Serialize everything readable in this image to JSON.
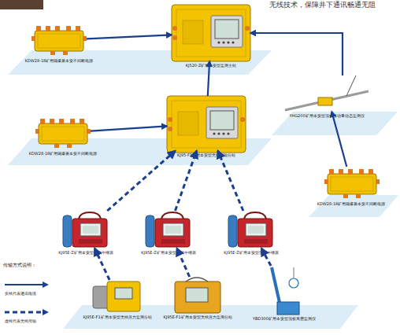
{
  "diagram": {
    "nodes": [
      {
        "text": [
          "KJ520-Z矿用本安型监测主站"
        ]
      },
      {
        "text": [
          "KDW28-18矿用隔爆兼本安不间断电源"
        ]
      },
      {
        "text": [
          "KJ95-F3矿用本安型无线传输分站"
        ]
      },
      {
        "text": [
          "KDW28-18矿用隔爆兼本安不间断电源"
        ]
      },
      {
        "text": [
          "YHG200矿用本安型顶板移动量动态监测仪"
        ]
      },
      {
        "text": [
          "KDW28-18矿用隔爆兼本安不间断电源"
        ]
      },
      {
        "text": [
          "KJ95E-Z矿用本安型无线中继器"
        ]
      },
      {
        "text": [
          "KJ95E-Z矿用本安型无线中继器"
        ]
      },
      {
        "text": [
          "KJ95E-Z矿用本安型无线中继器"
        ]
      },
      {
        "text": [
          "KJ95E-F1矿用本安型无线压力监测分站"
        ]
      },
      {
        "text": [
          "KJ95E-F1矿用本安型无线压力监测分站"
        ]
      },
      {
        "text": [
          "YBD300矿用本安型顶板离层监测仪"
        ]
      }
    ],
    "edges": [
      {
        "from": 1,
        "to": 0,
        "arrow": "to"
      },
      {
        "from": 2,
        "to": 0,
        "arrow": "to"
      },
      {
        "from": 3,
        "to": 2,
        "arrow": "to"
      },
      {
        "from": 4,
        "to": 0,
        "arrow": "to"
      },
      {
        "from": 5,
        "to": 4,
        "arrow": "to"
      },
      {
        "from": 6,
        "to": 2,
        "arrow": "to"
      },
      {
        "from": 7,
        "to": 2,
        "arrow": "to"
      },
      {
        "from": 8,
        "to": 2,
        "arrow": "to"
      },
      {
        "from": 9,
        "to": 6,
        "arrow": "to"
      },
      {
        "from": 10,
        "to": 7,
        "arrow": "to"
      },
      {
        "from": 11,
        "to": 8,
        "arrow": "to"
      }
    ],
    "labels": [
      "无线技术，保障井下通讯畅通无阻",
      "传输方式说明："
    ],
    "legend": [
      {
        "text": "实线代表通讯电缆"
      },
      {
        "text": "虚线代表无线传输"
      }
    ]
  }
}
